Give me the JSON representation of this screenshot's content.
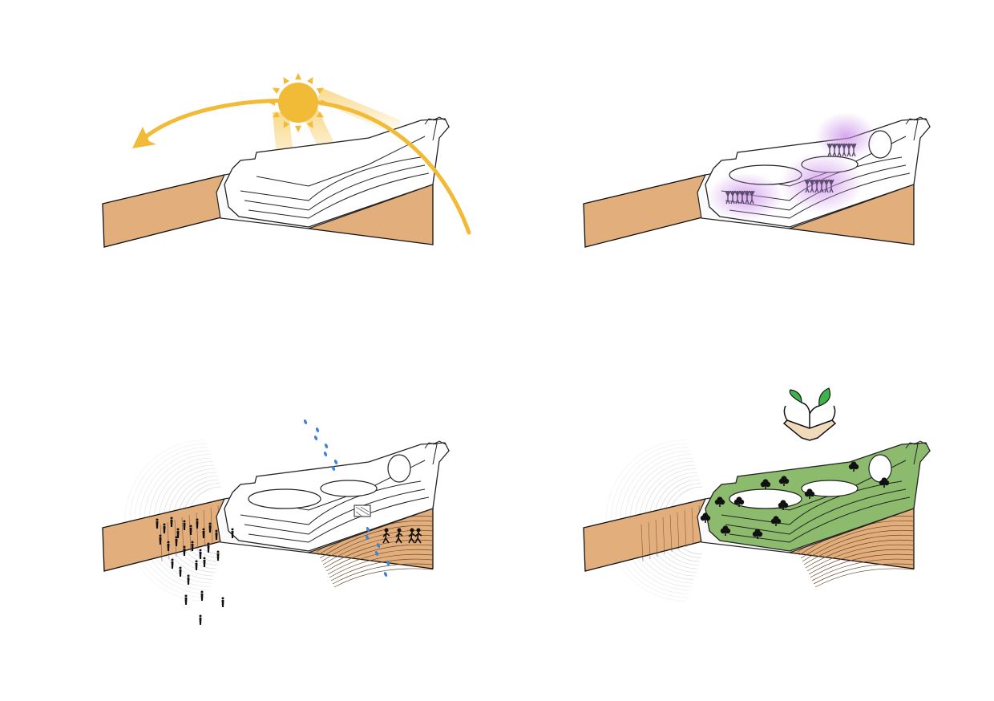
{
  "diagram": {
    "panels": [
      {
        "id": "sunlight",
        "icons": [
          "sun-icon",
          "sun-path-arrow"
        ]
      },
      {
        "id": "events",
        "icons": [
          "crowd-icon",
          "glow-highlight"
        ]
      },
      {
        "id": "circulation",
        "icons": [
          "pedestrian-icon",
          "footprint-icon",
          "goal-icon"
        ]
      },
      {
        "id": "greenery",
        "icons": [
          "sprout-in-hands-icon",
          "tree-icon"
        ]
      }
    ],
    "colors": {
      "ground": "#E2AE7C",
      "ground_stroke": "#111111",
      "building": "#FFFFFF",
      "sun": "#F2BB37",
      "sun_ray": "#F8D57E",
      "event_glow": "#C98BE8",
      "crowd": "#5B4E6C",
      "footprints": "#3F84D9",
      "green_roof": "#8DBB6D",
      "leaf": "#3DB34A",
      "hands": "#F1D9BC"
    }
  }
}
